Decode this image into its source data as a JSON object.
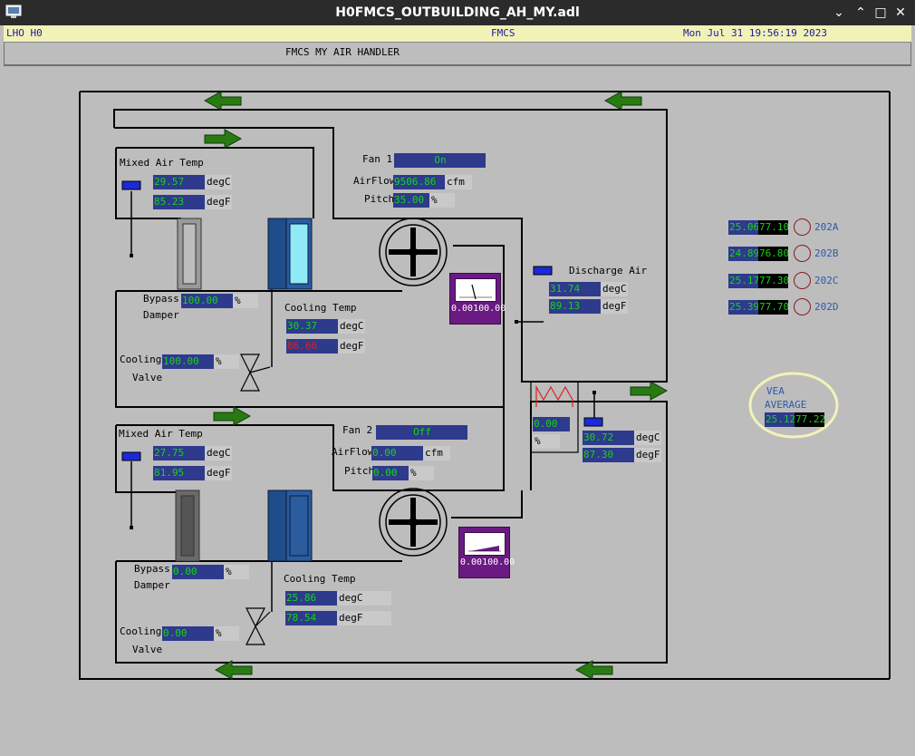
{
  "window": {
    "title": "H0FMCS_OUTBUILDING_AH_MY.adl",
    "icon": "monitor-icon",
    "controls": [
      "chevron-down-icon",
      "chevron-up-icon",
      "maximize-icon",
      "close-icon"
    ]
  },
  "status": {
    "left": "LHO H0",
    "center": "FMCS",
    "datetime": "Mon Jul 31 19:56:19 2023"
  },
  "header": {
    "title": "FMCS MY AIR HANDLER"
  },
  "colors": {
    "value_bg": "#2e3a8c",
    "value_fg": "#12d712",
    "alarm": "#e02020",
    "meter": "#6a1a82",
    "arrow": "#2a7a12",
    "ring": "#f2f2b8"
  },
  "unit1": {
    "mixed_air": {
      "label": "Mixed Air Temp",
      "degc": "29.57",
      "degf": "85.23"
    },
    "fan": {
      "label": "Fan 1",
      "state": "On",
      "airflow_label": "AirFlow",
      "airflow": "9506.86",
      "airflow_unit": "cfm",
      "pitch_label": "Pitch",
      "pitch": "35.00",
      "pitch_unit": "%"
    },
    "bypass": {
      "label1": "Bypass",
      "label2": "Damper",
      "value": "100.00",
      "unit": "%"
    },
    "cooling_temp": {
      "label": "Cooling Temp",
      "degc": "30.37",
      "degf": "86.66"
    },
    "cooling_valve": {
      "label1": "Cooling",
      "label2": "Valve",
      "value": "100.00",
      "unit": "%"
    },
    "meter": {
      "min": "0.00",
      "max": "100.00"
    }
  },
  "unit2": {
    "mixed_air": {
      "label": "Mixed Air Temp",
      "degc": "27.75",
      "degf": "81.95"
    },
    "fan": {
      "label": "Fan 2",
      "state": "Off",
      "airflow_label": "AirFlow",
      "airflow": "0.00",
      "airflow_unit": "cfm",
      "pitch_label": "Pitch",
      "pitch": "0.00",
      "pitch_unit": "%"
    },
    "bypass": {
      "label1": "Bypass",
      "label2": "Damper",
      "value": "0.00",
      "unit": "%"
    },
    "cooling_temp": {
      "label": "Cooling Temp",
      "degc": "25.86",
      "degf": "78.54"
    },
    "cooling_valve": {
      "label1": "Cooling",
      "label2": "Valve",
      "value": "0.00",
      "unit": "%"
    },
    "meter": {
      "min": "0.00",
      "max": "100.00"
    }
  },
  "discharge": {
    "label": "Discharge Air",
    "degc": "31.74",
    "degf": "89.13"
  },
  "heater": {
    "value": "0.00",
    "unit": "%"
  },
  "return_temp": {
    "degc": "30.72",
    "degf": "87.30"
  },
  "units": {
    "degc": "degC",
    "degf": "degF"
  },
  "rooms": [
    {
      "c": "25.06",
      "f": "77.10",
      "name": "202A"
    },
    {
      "c": "24.89",
      "f": "76.80",
      "name": "202B"
    },
    {
      "c": "25.17",
      "f": "77.30",
      "name": "202C"
    },
    {
      "c": "25.39",
      "f": "77.70",
      "name": "202D"
    }
  ],
  "vea": {
    "label1": "VEA",
    "label2": "AVERAGE",
    "c": "25.12",
    "f": "77.22"
  }
}
